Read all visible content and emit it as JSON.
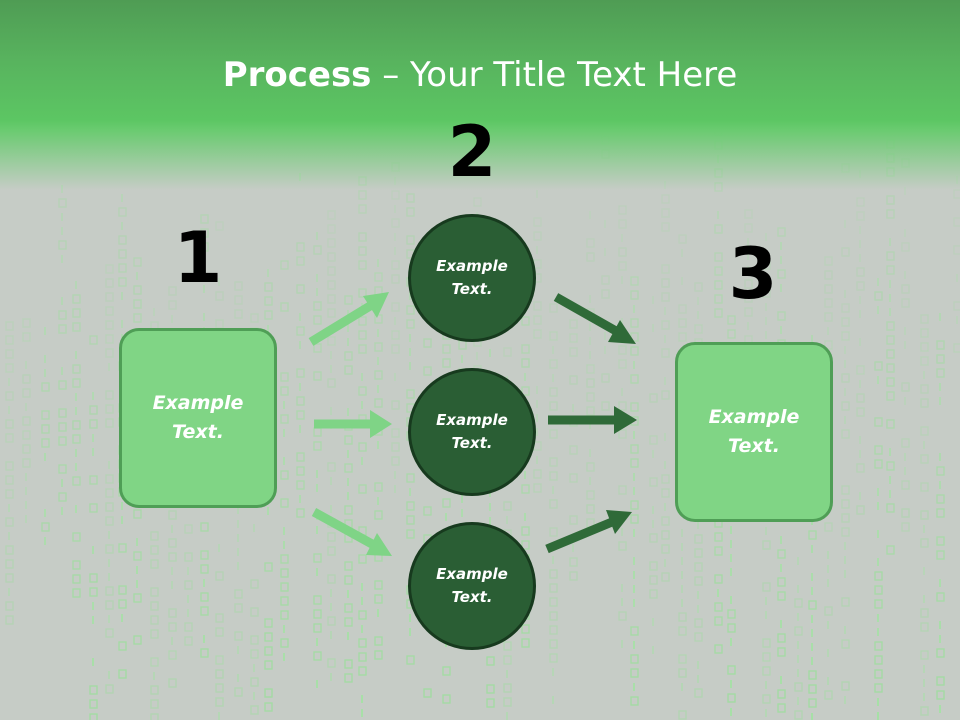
{
  "slide": {
    "title_strong": "Process",
    "title_rest": " – Your Title Text Here"
  },
  "steps": [
    {
      "number": "1",
      "label": "Example Text."
    },
    {
      "number": "2",
      "items": [
        "Example Text.",
        "Example Text.",
        "Example Text."
      ]
    },
    {
      "number": "3",
      "label": "Example Text."
    }
  ],
  "colors": {
    "header_green": "#5cc663",
    "box_fill": "#80d585",
    "circle_fill": "#2a5e34",
    "arrow_light": "#7fd486",
    "arrow_dark": "#2f6a38"
  }
}
